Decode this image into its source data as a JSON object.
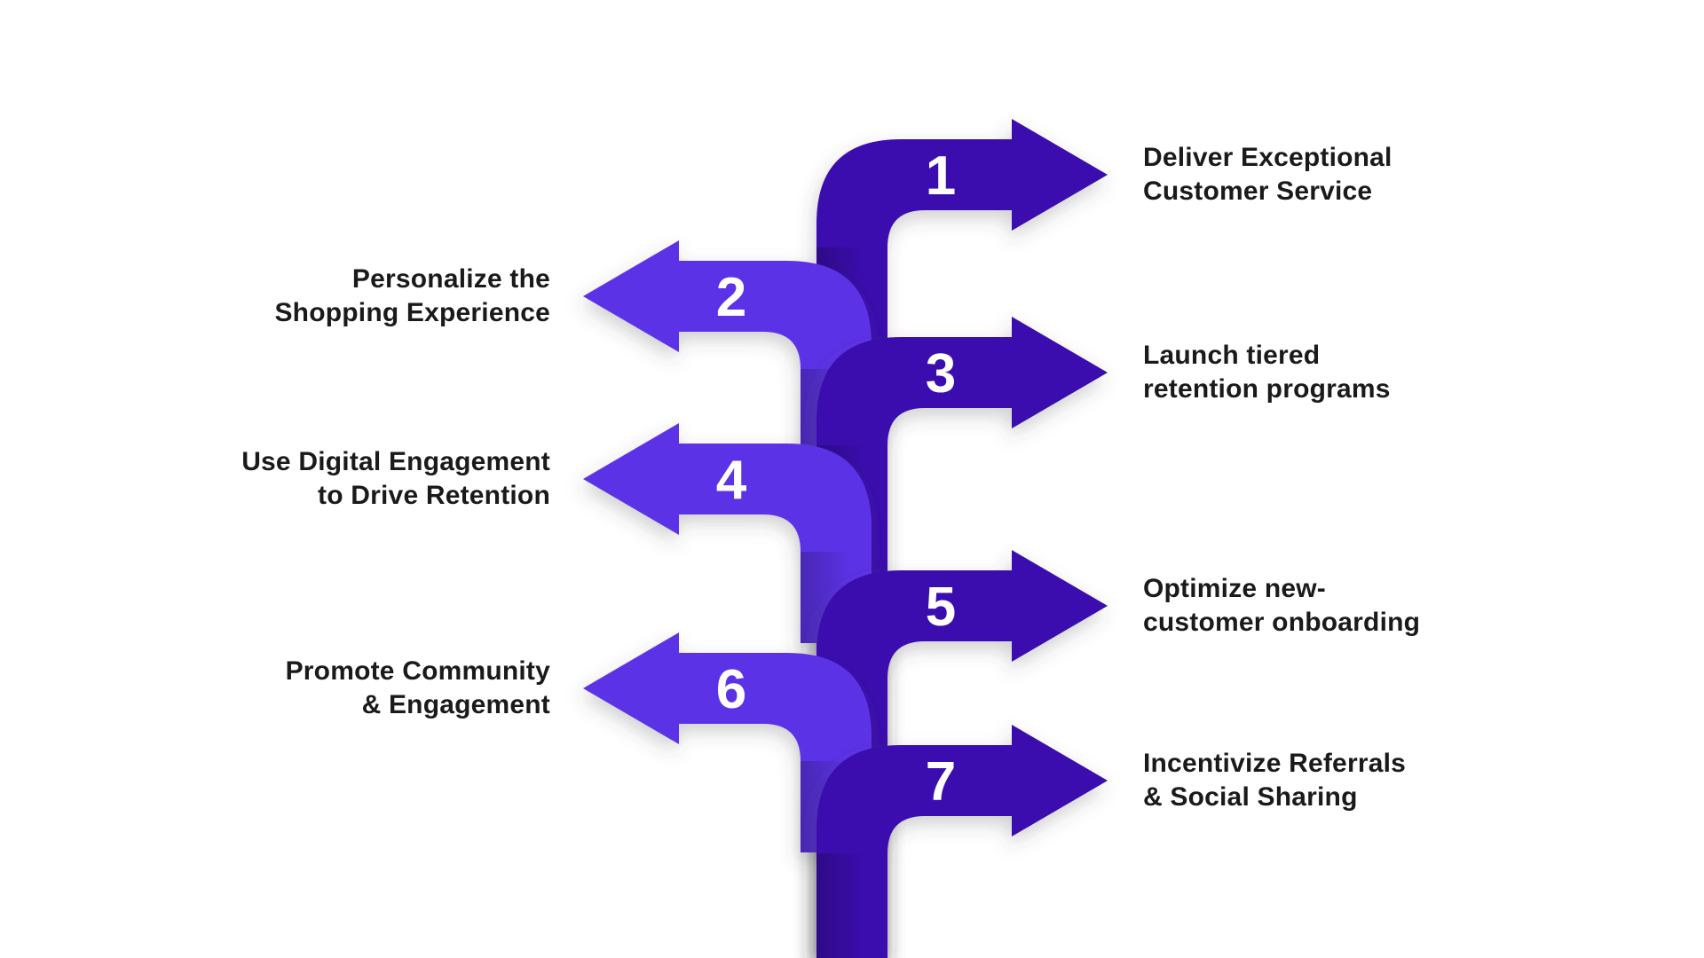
{
  "diagram_title": "",
  "colors": {
    "background": "#FFFFFF",
    "arrow_right_fill": "#3A10AE",
    "arrow_left_fill": "#5C33E7",
    "number_text": "#FFFFFF",
    "label_text": "#1A1A1A"
  },
  "steps": [
    {
      "number": "1",
      "side": "right",
      "label_lines": [
        "Deliver Exceptional",
        "Customer Service"
      ]
    },
    {
      "number": "2",
      "side": "left",
      "label_lines": [
        "Personalize the",
        "Shopping Experience"
      ]
    },
    {
      "number": "3",
      "side": "right",
      "label_lines": [
        "Launch tiered",
        "retention programs"
      ]
    },
    {
      "number": "4",
      "side": "left",
      "label_lines": [
        "Use Digital Engagement",
        "to Drive Retention"
      ]
    },
    {
      "number": "5",
      "side": "right",
      "label_lines": [
        "Optimize new-",
        "customer onboarding"
      ]
    },
    {
      "number": "6",
      "side": "left",
      "label_lines": [
        "Promote Community",
        "& Engagement"
      ]
    },
    {
      "number": "7",
      "side": "right",
      "label_lines": [
        "Incentivize Referrals",
        "& Social Sharing"
      ]
    }
  ]
}
